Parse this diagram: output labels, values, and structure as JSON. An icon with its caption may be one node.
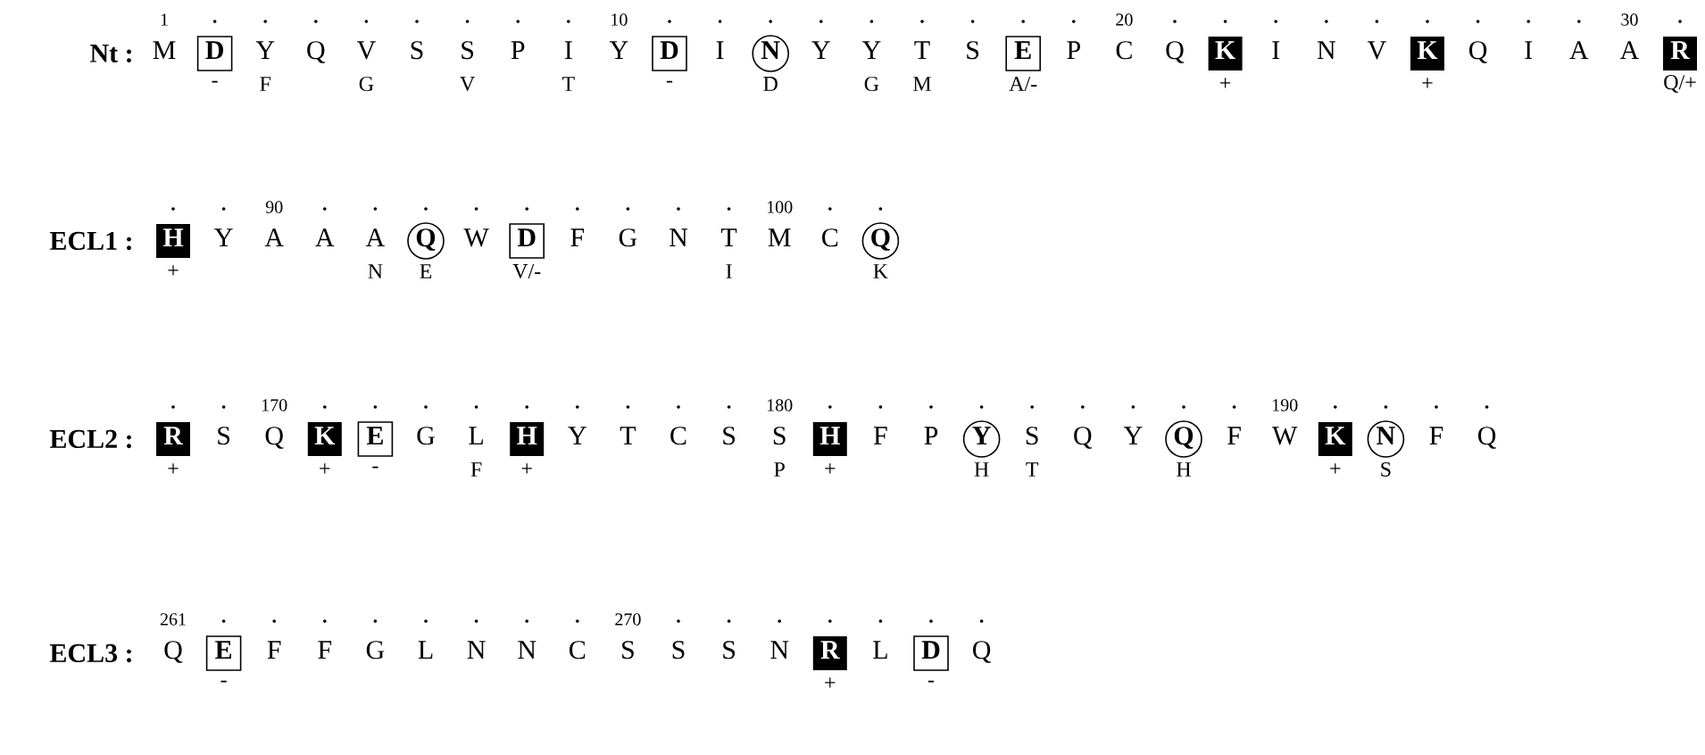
{
  "diagram": {
    "nodes": [
      {
        "text": [
          "D"
        ],
        "beside": [
          "-"
        ]
      },
      {
        "text": [
          "D"
        ],
        "beside": [
          "-"
        ]
      },
      {
        "text": [
          "N"
        ],
        "beside": [
          "D"
        ]
      },
      {
        "text": [
          "E"
        ],
        "beside": [
          "A/-"
        ]
      },
      {
        "text": [
          "K"
        ],
        "beside": [
          "+"
        ]
      },
      {
        "text": [
          "K"
        ],
        "beside": [
          "+"
        ]
      },
      {
        "text": [
          "R"
        ],
        "beside": [
          "Q/+"
        ]
      },
      {
        "text": [
          "H"
        ],
        "beside": [
          "+"
        ]
      },
      {
        "text": [
          "Q"
        ],
        "beside": [
          "E"
        ]
      },
      {
        "text": [
          "D"
        ],
        "beside": [
          "V/-"
        ]
      },
      {
        "text": [
          "Q"
        ],
        "beside": [
          "K"
        ]
      },
      {
        "text": [
          "R"
        ],
        "beside": [
          "+"
        ]
      },
      {
        "text": [
          "K"
        ],
        "beside": [
          "+"
        ]
      },
      {
        "text": [
          "E"
        ],
        "beside": [
          "-"
        ]
      },
      {
        "text": [
          "H"
        ],
        "beside": [
          "+"
        ]
      },
      {
        "text": [
          "H"
        ],
        "beside": [
          "+"
        ]
      },
      {
        "text": [
          "Y"
        ],
        "beside": [
          "H"
        ]
      },
      {
        "text": [
          "Q"
        ],
        "beside": [
          "H"
        ]
      },
      {
        "text": [
          "K"
        ],
        "beside": [
          "+"
        ]
      },
      {
        "text": [
          "N"
        ],
        "beside": [
          "S"
        ]
      },
      {
        "text": [
          "E"
        ],
        "beside": [
          "-"
        ]
      },
      {
        "text": [
          "R"
        ],
        "beside": [
          "+"
        ]
      },
      {
        "text": [
          "D"
        ],
        "beside": [
          "-"
        ]
      }
    ],
    "labels": [
      "1",
      "10",
      "20",
      "30",
      "Nt :",
      "M",
      "Y",
      "Q",
      "V",
      "S",
      "S",
      "P",
      "I",
      "Y",
      "I",
      "Y",
      "Y",
      "T",
      "S",
      "P",
      "C",
      "Q",
      "I",
      "N",
      "V",
      "Q",
      "I",
      "A",
      "A",
      "F",
      "G",
      "V",
      "T",
      "G",
      "M",
      "90",
      "100",
      "ECL1 :",
      "Y",
      "A",
      "A",
      "A",
      "W",
      "F",
      "G",
      "N",
      "T",
      "M",
      "C",
      "N",
      "I",
      "170",
      "180",
      "190",
      "ECL2 :",
      "S",
      "Q",
      "G",
      "L",
      "Y",
      "T",
      "C",
      "S",
      "S",
      "F",
      "P",
      "S",
      "Q",
      "Y",
      "F",
      "W",
      "F",
      "Q",
      "F",
      "P",
      "T",
      "261",
      "270",
      "ECL3 :",
      "Q",
      "F",
      "F",
      "G",
      "L",
      "N",
      "N",
      "C",
      "S",
      "S",
      "S",
      "N",
      "L",
      "Q"
    ]
  }
}
